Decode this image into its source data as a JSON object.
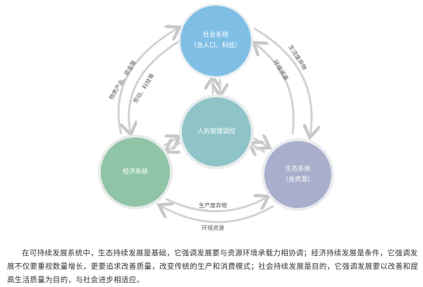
{
  "diagram": {
    "nodes": {
      "social": {
        "line1": "社会系统",
        "line2": "（含人口、科技）",
        "color": "#7fbfe6"
      },
      "human": {
        "line1": "人的管理调控",
        "color": "#8ec4c8"
      },
      "economic": {
        "line1": "经济系统",
        "color": "#8fc4a7"
      },
      "ecological": {
        "line1": "生态系统",
        "line2": "（含资源）",
        "color": "#a8aecb"
      }
    },
    "flows": {
      "econ_to_social": "物质产品、资金等",
      "social_to_econ": "劳动、科技等",
      "eco_to_social": "环境资源",
      "social_to_eco": "生活废弃物",
      "econ_to_eco": "生产废弃物",
      "eco_to_econ": "环境资源"
    },
    "arrow_color": "#cfcfcf"
  },
  "caption": "在可持续发展系统中，生态持续发展是基础，它强调发展要与资源环境承载力相协调；经济持续发展是条件，它强调发展不仅要重视数量增长，更要追求改善质量，改变传统的生产和消费模式；社会持续发展是目的，它强调发展要以改善和提高生活质量为目的，与社会进步相适应。"
}
